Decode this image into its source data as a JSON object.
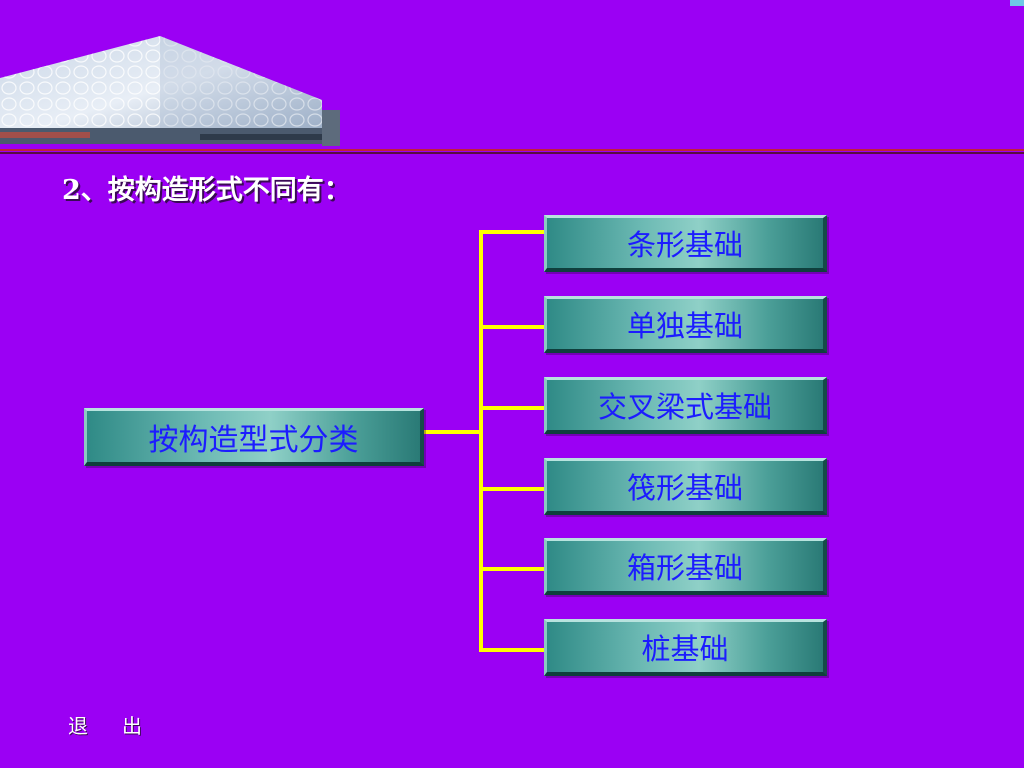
{
  "title": "2、按构造形式不同有：",
  "diagram": {
    "root": "按构造型式分类",
    "children": [
      "条形基础",
      "单独基础",
      "交叉梁式基础",
      "筏形基础",
      "箱形基础",
      "桩基础"
    ]
  },
  "footer": {
    "exit_label_1": "退",
    "exit_label_2": "出"
  },
  "colors": {
    "background": "#9b00f4",
    "connector": "#ffff00",
    "box_text": "#1c1cff"
  }
}
